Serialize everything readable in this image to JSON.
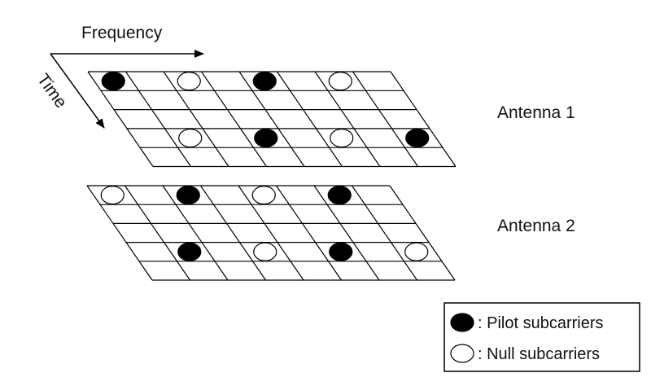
{
  "axes": {
    "frequency_label": "Frequency",
    "time_label": "Time"
  },
  "grids": [
    {
      "label": "Antenna 1",
      "pilot_cells": [
        [
          0,
          0
        ],
        [
          0,
          4
        ],
        [
          3,
          3
        ],
        [
          3,
          7
        ]
      ],
      "null_cells": [
        [
          0,
          2
        ],
        [
          0,
          6
        ],
        [
          3,
          1
        ],
        [
          3,
          5
        ]
      ]
    },
    {
      "label": "Antenna 2",
      "pilot_cells": [
        [
          0,
          2
        ],
        [
          0,
          6
        ],
        [
          3,
          1
        ],
        [
          3,
          5
        ]
      ],
      "null_cells": [
        [
          0,
          0
        ],
        [
          0,
          4
        ],
        [
          3,
          3
        ],
        [
          3,
          7
        ]
      ]
    }
  ],
  "grid_size": {
    "rows": 5,
    "cols": 8
  },
  "legend": {
    "pilot_label": ": Pilot subcarriers",
    "null_label": ": Null subcarriers"
  }
}
